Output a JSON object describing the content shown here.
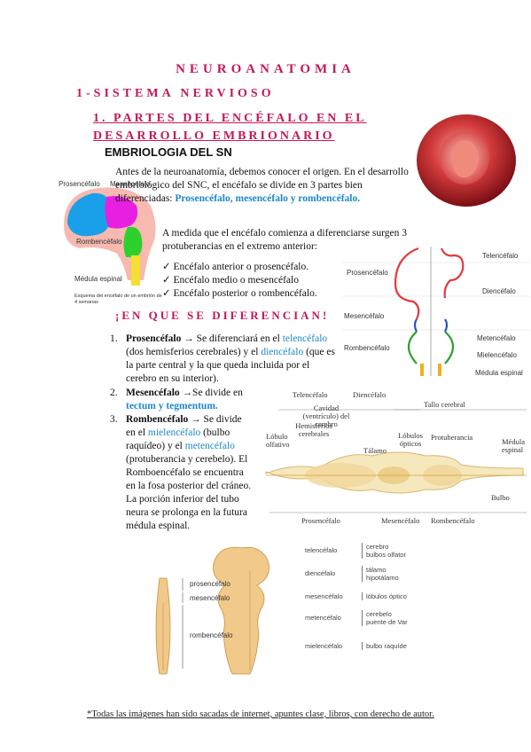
{
  "title": "NEUROANATOMIA",
  "section": "1-SISTEMA NERVIOSO",
  "subsection": "1. PARTES DEL ENCÉFALO EN EL DESARROLLO EMBRIONARIO",
  "heading": "EMBRIOLOGIA DEL SN",
  "intro": {
    "p1a": "Antes de la neuroanatomía, debemos conocer el origen. En el desarrollo embriológico del SNC, el encéfalo se divide en 3 partes bien diferenciadas: ",
    "p1b": "Prosencéfalo, mesencéfalo y rombencéfalo.",
    "p2": "A medida que el encéfalo comienza a diferenciarse surgen 3 protuberancias en el extremo anterior:",
    "checks": [
      "Encéfalo anterior o prosencéfalo.",
      "Encéfalo medio o mesencéfalo",
      "Encéfalo posterior o rombencéfalo."
    ]
  },
  "diagram1": {
    "labels": [
      "Prosencéfalo",
      "Mesencéfalo",
      "Rombencéfalo",
      "Médula espinal"
    ],
    "caption": "Esquema del encéfalo de un embrión de 4 semanas"
  },
  "diagram2": {
    "labels_left": [
      "Prosencéfalo",
      "Mesencéfalo",
      "Rombencéfalo"
    ],
    "labels_right": [
      "Telencéfalo",
      "Diencéfalo",
      "Metencéfalo",
      "Mielencéfalo",
      "Médula espinal"
    ]
  },
  "question": "¡EN QUE SE DIFERENCIAN!",
  "list": [
    {
      "num": "1.",
      "term": "Prosencéfalo",
      "a": " Se diferenciará en el ",
      "b": "telencéfalo",
      "c": " (dos hemisferios cerebrales) y el ",
      "d": "diencéfalo",
      "e": " (que es la parte central y la que queda incluida por el cerebro en su interior)."
    },
    {
      "num": "2.",
      "term": "Mesencéfalo",
      "a": "Se divide en ",
      "b": "tectum y tegmentum."
    },
    {
      "num": "3.",
      "term": "Rombencéfalo",
      "a": " Se divide en el ",
      "b": "mielencéfalo",
      "c": " (bulbo raquídeo) y el ",
      "d": "metencéfalo",
      "e": " (protuberancia y cerebelo). El Romboencéfalo se encuentra en la fosa posterior del cráneo. La porción inferior del tubo neura se prolonga en la futura médula espinal."
    }
  ],
  "diagram3": {
    "labels": [
      "Telencéfalo",
      "Diencéfalo",
      "Tallo cerebral",
      "Cavidad (ventrículo) del cerebro",
      "Hemisferios cerebrales",
      "Lóbulo olfativo",
      "Tálamo",
      "Lóbulos ópticos",
      "Protuberancia",
      "Médula espinal",
      "Bulbo",
      "Prosencéfalo",
      "Mesencéfalo",
      "Rombencéfalo"
    ]
  },
  "diagram4": {
    "left": [
      "prosencéfalo",
      "mesencéfalo",
      "rombencéfalo"
    ],
    "right": [
      {
        "name": "telencéfalo",
        "items": [
          "cerebro",
          "bulbos olfator"
        ]
      },
      {
        "name": "diencéfalo",
        "items": [
          "tálamo",
          "hipotálamo"
        ]
      },
      {
        "name": "mesencéfalo",
        "items": [
          "lóbulos óptico"
        ]
      },
      {
        "name": "metencéfalo",
        "items": [
          "cerebelo",
          "puente de Var"
        ]
      },
      {
        "name": "mielencéfalo",
        "items": [
          "bulbo raquíde"
        ]
      }
    ]
  },
  "footer": "*Todas las imágenes han sido sacadas de internet, apuntes clase, libros, con derecho de autor."
}
